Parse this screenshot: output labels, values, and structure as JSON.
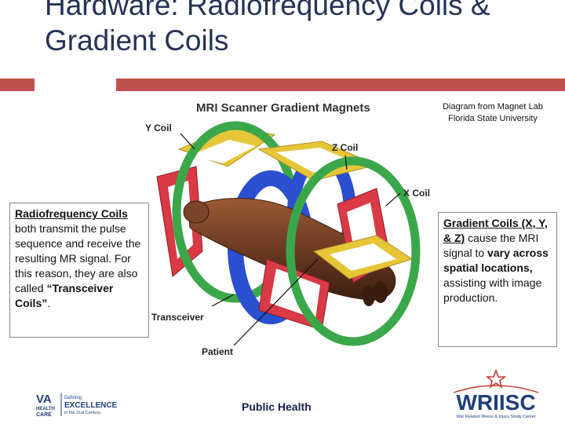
{
  "slide": {
    "title": "Hardware: Radiofrequency Coils & Gradient Coils",
    "accent_color": "#c0504d",
    "title_color": "#253356"
  },
  "credit": {
    "line1": "Diagram from Magnet Lab",
    "line2": "Florida State University"
  },
  "diagram": {
    "title": "MRI Scanner Gradient Magnets",
    "labels": {
      "y_coil": "Y Coil",
      "z_coil": "Z Coil",
      "x_coil": "X Coil",
      "transceiver": "Transceiver",
      "patient": "Patient"
    },
    "colors": {
      "y_coil": "#e6c637",
      "z_coil": "#2a4fd0",
      "x_coil": "#d93a45",
      "transceiver": "#3aa84a",
      "patient": "#6b3a22"
    }
  },
  "left_box": {
    "term": "Radiofrequency Coils",
    "text": " both transmit the pulse sequence and receive the resulting MR signal. For this reason, they are also called ",
    "emphasis": "“Transceiver Coils”",
    "end": "."
  },
  "right_box": {
    "term": "Gradient Coils (X, Y, & Z)",
    "text1": " cause the MRI signal to ",
    "emphasis": "vary across spatial locations,",
    "text2": " assisting with image production."
  },
  "footer": {
    "va_logo": {
      "va": "VA",
      "health": "HEALTH",
      "care": "CARE",
      "defining": "Defining",
      "excellence": "EXCELLENCE",
      "century": "in the 21st Century"
    },
    "public_health": "Public Health",
    "wriisc": {
      "name": "WRIISC",
      "tagline": "War Related Illness & Injury Study Center"
    }
  }
}
